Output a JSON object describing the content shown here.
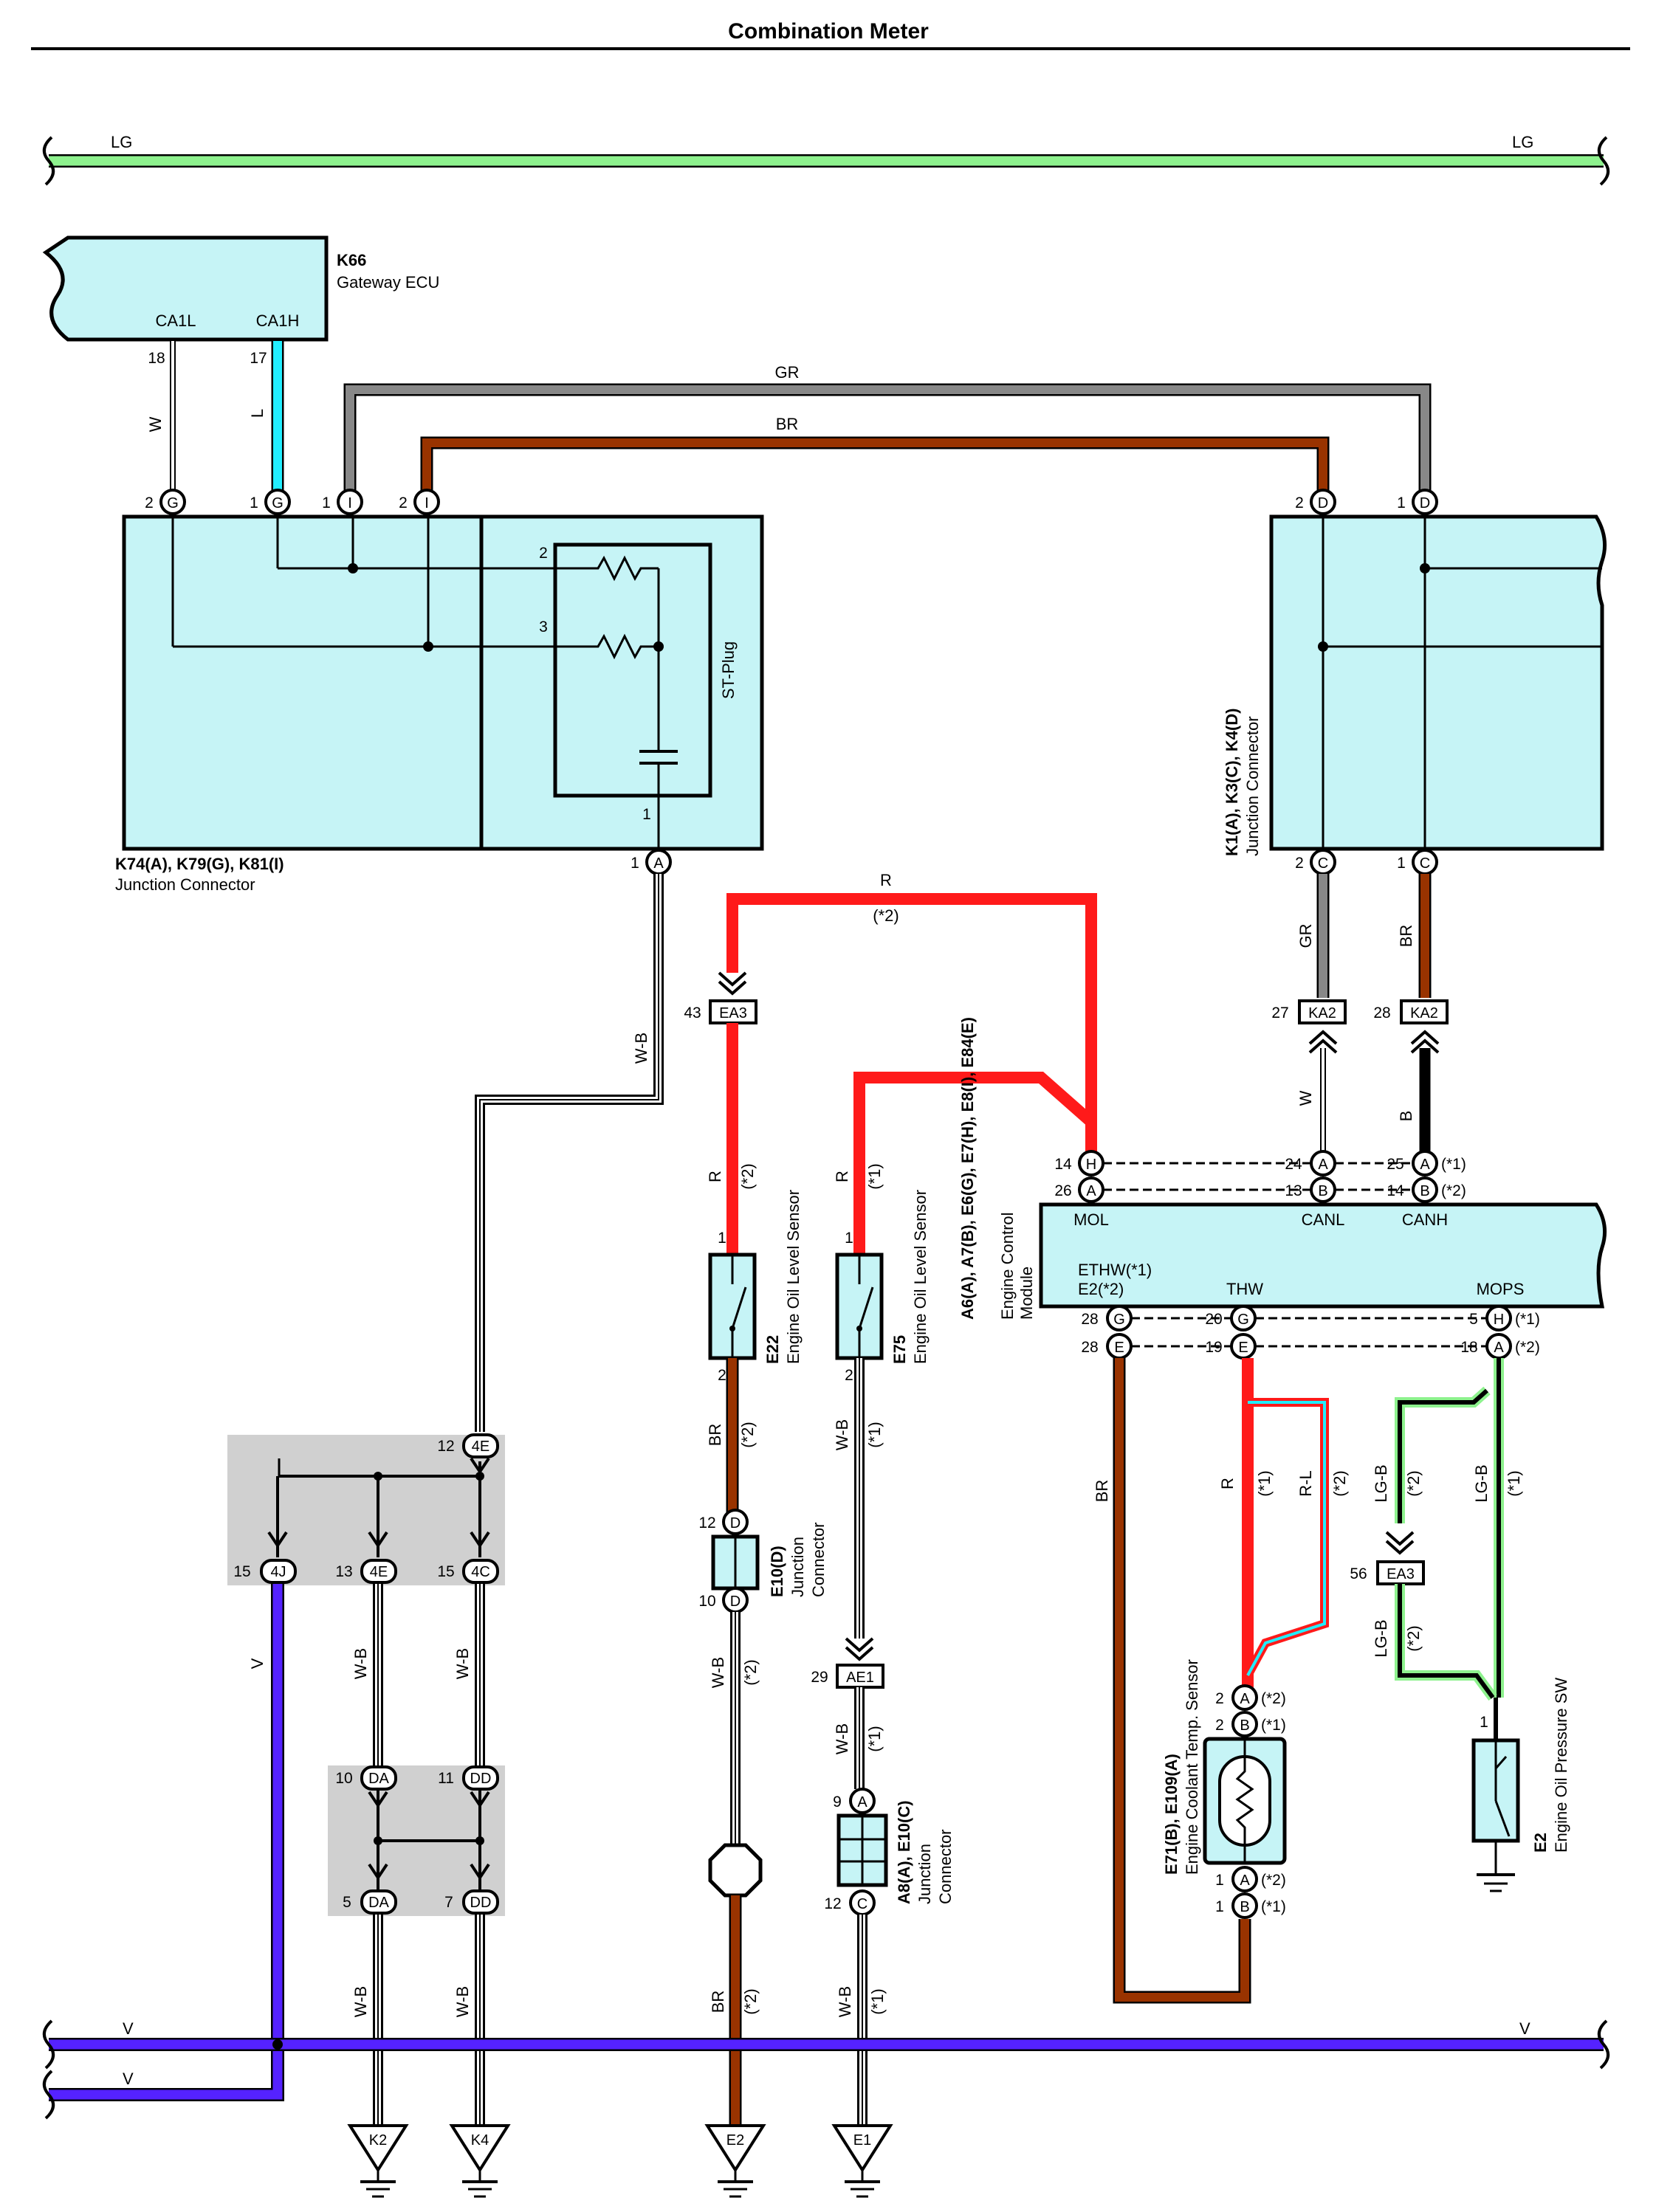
{
  "title": "Combination Meter",
  "buses": {
    "lg_left": "LG",
    "lg_right": "LG",
    "v_left_top": "V",
    "v_left_bottom": "V",
    "v_right": "V"
  },
  "gateway": {
    "code": "K66",
    "name": "Gateway ECU",
    "pin_ca1l": "CA1L",
    "pin_ca1h": "CA1H",
    "num_ca1l": "18",
    "num_ca1h": "17",
    "wire_w": "W",
    "wire_l": "L"
  },
  "jc_left": {
    "codes": "K74(A), K79(G), K81(I)",
    "name": "Junction Connector",
    "st_plug": "ST-Plug",
    "pin_g2": "2",
    "pin_g1": "1",
    "pin_i1": "1",
    "pin_i2": "2",
    "letter_g": "G",
    "letter_i": "I",
    "letter_a": "A",
    "inner_2": "2",
    "inner_3": "3",
    "inner_1": "1",
    "pin_a1": "1"
  },
  "jc_right": {
    "codes": "K1(A), K3(C), K4(D)",
    "name": "Junction Connector",
    "pin_d2": "2",
    "pin_d1": "1",
    "pin_c2": "2",
    "pin_c1": "1",
    "letter_d": "D",
    "letter_c": "C"
  },
  "wires": {
    "gr_top": "GR",
    "br_top": "BR",
    "wb_left": "W-B",
    "r_top": "R",
    "star2_top": "(*2)",
    "gr_right": "GR",
    "br_right": "BR",
    "w_ka2": "W",
    "b_ka2": "B",
    "r_e22": "R",
    "star2_e22": "(*2)",
    "r_e75": "R",
    "star1_e75": "(*1)",
    "br_e22": "BR",
    "star2_br_e22": "(*2)",
    "wb_e75": "W-B",
    "star1_wb_e75": "(*1)",
    "wb_e10": "W-B",
    "star2_wb_e10": "(*2)",
    "br_bottom": "BR",
    "star2_br_bottom": "(*2)",
    "wb_ae1": "W-B",
    "star1_wb_ae1": "(*1)",
    "wb_bottom_e1": "W-B",
    "star1_wb_bottom_e1": "(*1)",
    "v_left": "V",
    "wb_4e": "W-B",
    "wb_4c": "W-B",
    "wb_da": "W-B",
    "wb_dd": "W-B",
    "br_ecm": "BR",
    "r_thw": "R",
    "star1_thw": "(*1)",
    "rl_thw": "R-L",
    "star2_thw": "(*2)",
    "lgb_left": "LG-B",
    "star2_lgb": "(*2)",
    "lgb_right": "LG-B",
    "star1_lgb": "(*1)",
    "lgb_ea3": "LG-B",
    "star2_lgb_ea3": "(*2)"
  },
  "connectors": {
    "ea3_num": "43",
    "ea3": "EA3",
    "ka2_27_num": "27",
    "ka2_27": "KA2",
    "ka2_28_num": "28",
    "ka2_28": "KA2",
    "ae1_num": "29",
    "ae1": "AE1",
    "ea3_56_num": "56",
    "ea3_56": "EA3"
  },
  "ecm": {
    "codes": "A6(A), A7(B), E6(G), E7(H), E8(I), E84(E)",
    "name_1": "Engine Control",
    "name_2": "Module",
    "mol": "MOL",
    "canl": "CANL",
    "canh": "CANH",
    "ethw": "ETHW(*1)",
    "e2": "E2(*2)",
    "thw": "THW",
    "mops": "MOPS",
    "p14": "14",
    "p14_l": "H",
    "p26": "26",
    "p26_l": "A",
    "p24": "24",
    "p24_l": "A",
    "p13": "13",
    "p13_l": "B",
    "p25": "25",
    "p25_l": "A",
    "p25_s": "(*1)",
    "p14b": "14",
    "p14b_l": "B",
    "p14b_s": "(*2)",
    "p28g": "28",
    "p28g_l": "G",
    "p28e": "28",
    "p28e_l": "E",
    "p20": "20",
    "p20_l": "G",
    "p19": "19",
    "p19_l": "E",
    "p5": "5",
    "p5_l": "H",
    "p5_s": "(*1)",
    "p18": "18",
    "p18_l": "A",
    "p18_s": "(*2)"
  },
  "e22": {
    "code": "E22",
    "name": "Engine Oil Level Sensor",
    "pin1": "1",
    "pin2": "2"
  },
  "e75": {
    "code": "E75",
    "name": "Engine Oil Level Sensor",
    "pin1": "1",
    "pin2": "2"
  },
  "e10d": {
    "code": "E10(D)",
    "name_1": "Junction",
    "name_2": "Connector",
    "p12": "12",
    "p10": "10",
    "letter": "D"
  },
  "a8": {
    "code": "A8(A), E10(C)",
    "name_1": "Junction",
    "name_2": "Connector",
    "p9": "9",
    "p9_l": "A",
    "p12": "12",
    "p12_l": "C"
  },
  "sensor": {
    "code": "E71(B), E109(A)",
    "name": "Engine Coolant Temp.  Sensor",
    "p2a": "2",
    "p2a_l": "A",
    "p2a_s": "(*2)",
    "p2b": "2",
    "p2b_l": "B",
    "p2b_s": "(*1)",
    "p1a": "1",
    "p1a_l": "A",
    "p1a_s": "(*2)",
    "p1b": "1",
    "p1b_l": "B",
    "p1b_s": "(*1)"
  },
  "e2sw": {
    "code": "E2",
    "name": "Engine Oil Pressure SW",
    "pin1": "1"
  },
  "jblock1": {
    "p12": "12",
    "l4e_top": "4E",
    "p15_4j": "15",
    "l4j": "4J",
    "p13_4e": "13",
    "l4e": "4E",
    "p15_4c": "15",
    "l4c": "4C"
  },
  "jblock2": {
    "p10": "10",
    "lda_top": "DA",
    "p11": "11",
    "ldd_top": "DD",
    "p5": "5",
    "lda": "DA",
    "p7": "7",
    "ldd": "DD"
  },
  "grounds": {
    "k2": "K2",
    "k4": "K4",
    "e2": "E2",
    "e1": "E1"
  },
  "colors": {
    "lg": "#8ef28e",
    "v": "#5522ff",
    "l": "#22eeff",
    "gr": "#888888",
    "br": "#993300",
    "r": "#ff1a1a",
    "b": "#000000",
    "box": "#c6f4f6",
    "grey_block": "#d0d0d0"
  }
}
